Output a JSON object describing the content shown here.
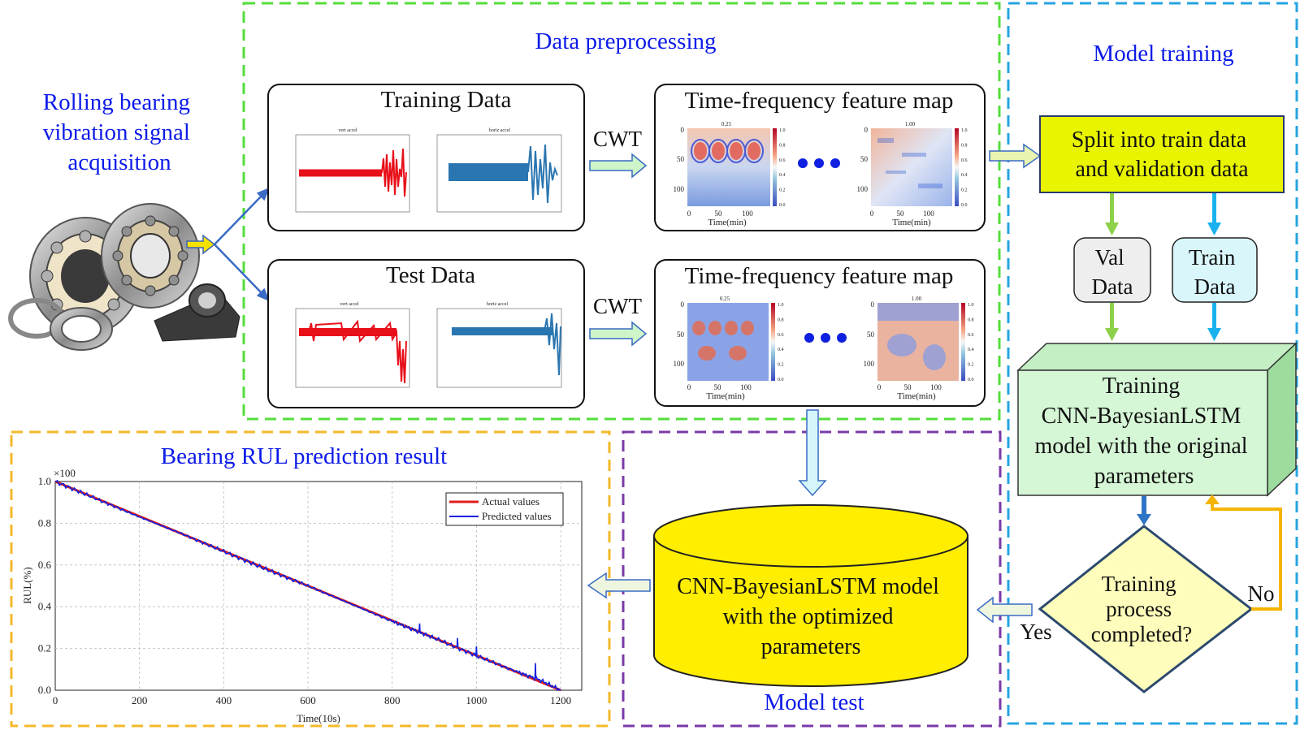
{
  "sections": {
    "acquisition": "Rolling bearing\nvibration signal\nacquisition",
    "preprocessing": "Data preprocessing",
    "training": "Model training",
    "result": "Bearing RUL prediction result",
    "test": "Model test"
  },
  "preprocessing": {
    "training_data_title": "Training Data",
    "test_data_title": "Test Data",
    "cwt_label": "CWT",
    "feature_map_title": "Time-frequency feature map",
    "signal_titles": {
      "train_vert": "vert accel",
      "train_horiz": "horiz accel",
      "test_vert": "vert accel",
      "test_horiz": "horiz accel"
    },
    "map_titles": {
      "first": "0.25",
      "last": "1.00"
    },
    "map_xlabel": "Time(min)",
    "map_xticks": [
      "0",
      "50",
      "100"
    ],
    "map_yticks": [
      "0",
      "50",
      "100"
    ],
    "colorbar_ticks": [
      "1.0",
      "0.8",
      "0.6",
      "0.4",
      "0.2",
      "0.0"
    ]
  },
  "training": {
    "split_box": "Split into train data\nand validation data",
    "val_box": "Val\nData",
    "train_box": "Train\nData",
    "model_box": "Training\nCNN-BayesianLSTM\nmodel with the original\nparameters",
    "decision": "Training\nprocess\ncompleted?",
    "yes_label": "Yes",
    "no_label": "No"
  },
  "test": {
    "model_cylinder": "CNN-BayesianLSTM model\nwith the optimized\nparameters"
  },
  "colors": {
    "preprocessing_border": "#55dd3c",
    "training_border": "#26a4e0",
    "result_border": "#f5b82a",
    "test_border": "#7a3aa8",
    "split_fill": "#e9f500",
    "val_fill": "#eeeeee",
    "train_fill": "#d9f7fb",
    "model_fill": "#d6f7d6",
    "cylinder_fill": "#ffee00",
    "decision_fill": "#fffdbb",
    "decision_stroke": "#2d4a6e",
    "no_arrow": "#f5b400",
    "actual_line": "#e01c1c",
    "predicted_line": "#1020e0",
    "signal_red": "#e8101a",
    "signal_blue": "#2a76b0"
  },
  "chart_data": {
    "type": "line",
    "title": "Bearing RUL prediction result",
    "xlabel": "Time(10s)",
    "ylabel": "RUL(%)",
    "multiplier_label": "×100",
    "xlim": [
      0,
      1250
    ],
    "ylim": [
      0,
      1.0
    ],
    "xticks": [
      0,
      200,
      400,
      600,
      800,
      1000,
      1200
    ],
    "yticks": [
      0.0,
      0.2,
      0.4,
      0.6,
      0.8,
      1.0
    ],
    "grid": true,
    "legend_position": "top-right",
    "series": [
      {
        "name": "Actual values",
        "color": "#e01c1c",
        "x": [
          0,
          1200
        ],
        "y": [
          1.0,
          0.0
        ]
      },
      {
        "name": "Predicted values",
        "color": "#1020e0",
        "x": [
          0,
          100,
          200,
          300,
          400,
          500,
          600,
          700,
          800,
          850,
          900,
          1000,
          1100,
          1150,
          1200
        ],
        "y": [
          1.0,
          0.915,
          0.83,
          0.75,
          0.665,
          0.58,
          0.5,
          0.415,
          0.33,
          0.29,
          0.25,
          0.165,
          0.085,
          0.05,
          0.0
        ]
      }
    ],
    "spikes": [
      {
        "x": 865,
        "y": 0.32
      },
      {
        "x": 1000,
        "y": 0.21
      },
      {
        "x": 1140,
        "y": 0.13
      },
      {
        "x": 955,
        "y": 0.25
      }
    ]
  }
}
